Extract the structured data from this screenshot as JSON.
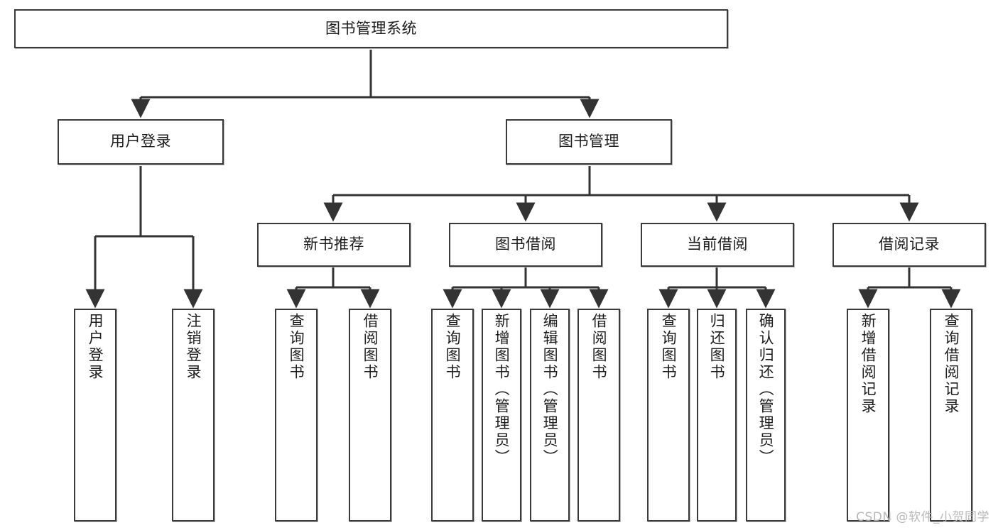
{
  "diagram": {
    "type": "tree-hierarchy",
    "title": "图书管理系统",
    "watermark": "CSDN @软件_小贺同学",
    "colors": {
      "box_border": "#3a3a3a",
      "box_fill": "#ffffff",
      "connector": "#333333",
      "text": "#1c1c1c",
      "watermark": "#b9b9b9"
    },
    "root": {
      "id": "root",
      "label": "图书管理系统",
      "orientation": "horizontal"
    },
    "level2": [
      {
        "id": "user-login",
        "label": "用户登录",
        "orientation": "horizontal"
      },
      {
        "id": "book-manage",
        "label": "图书管理",
        "orientation": "horizontal"
      }
    ],
    "level3": [
      {
        "id": "new-book-rec",
        "label": "新书推荐",
        "orientation": "horizontal",
        "parent": "book-manage"
      },
      {
        "id": "book-borrow",
        "label": "图书借阅",
        "orientation": "horizontal",
        "parent": "book-manage"
      },
      {
        "id": "current-borrow",
        "label": "当前借阅",
        "orientation": "horizontal",
        "parent": "book-manage"
      },
      {
        "id": "borrow-record",
        "label": "借阅记录",
        "orientation": "horizontal",
        "parent": "book-manage"
      }
    ],
    "leaves": [
      {
        "id": "leaf-user-login",
        "label": "用户登录",
        "parent": "user-login"
      },
      {
        "id": "leaf-logout",
        "label": "注销登录",
        "parent": "user-login"
      },
      {
        "id": "leaf-query-book-1",
        "label": "查询图书",
        "parent": "new-book-rec"
      },
      {
        "id": "leaf-borrow-book-1",
        "label": "借阅图书",
        "parent": "new-book-rec"
      },
      {
        "id": "leaf-query-book-2",
        "label": "查询图书",
        "parent": "book-borrow"
      },
      {
        "id": "leaf-add-book",
        "label": "新增图书（管理员）",
        "parent": "book-borrow"
      },
      {
        "id": "leaf-edit-book",
        "label": "编辑图书（管理员）",
        "parent": "book-borrow"
      },
      {
        "id": "leaf-borrow-book-2",
        "label": "借阅图书",
        "parent": "book-borrow"
      },
      {
        "id": "leaf-query-book-3",
        "label": "查询图书",
        "parent": "current-borrow"
      },
      {
        "id": "leaf-return-book",
        "label": "归还图书",
        "parent": "current-borrow"
      },
      {
        "id": "leaf-confirm-return",
        "label": "确认归还（管理员）",
        "parent": "current-borrow"
      },
      {
        "id": "leaf-add-record",
        "label": "新增借阅记录",
        "parent": "borrow-record"
      },
      {
        "id": "leaf-query-record",
        "label": "查询借阅记录",
        "parent": "borrow-record"
      }
    ]
  }
}
